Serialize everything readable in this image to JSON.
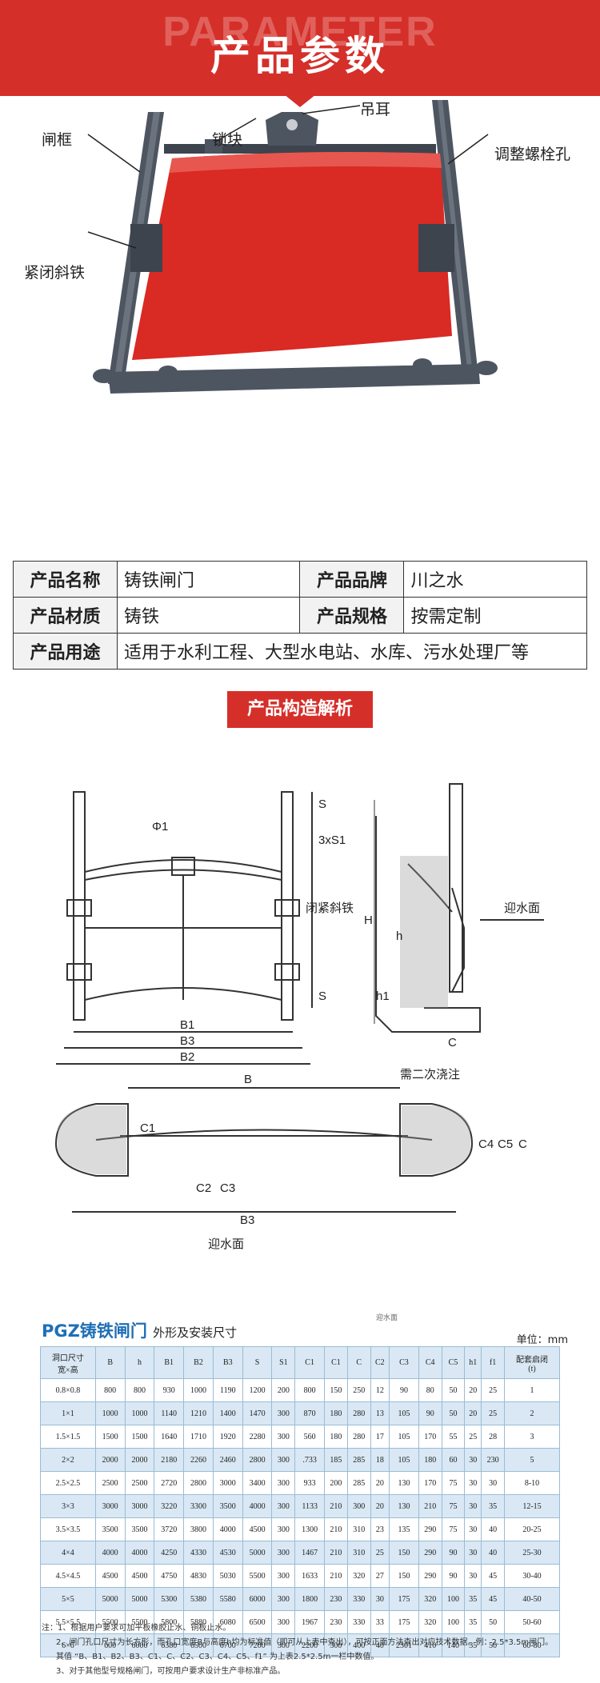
{
  "banner": {
    "ghost": "PARAMETER",
    "title": "产品参数"
  },
  "callouts": {
    "frame": "闸框",
    "lock": "锁块",
    "lug": "吊耳",
    "bolt": "调整螺栓孔",
    "wedge": "紧闭斜铁"
  },
  "params": {
    "name_k": "产品名称",
    "name_v": "铸铁闸门",
    "brand_k": "产品品牌",
    "brand_v": "川之水",
    "material_k": "产品材质",
    "material_v": "铸铁",
    "spec_k": "产品规格",
    "spec_v": "按需定制",
    "use_k": "产品用途",
    "use_v": "适用于水利工程、大型水电站、水库、污水处理厂等"
  },
  "section": {
    "label": "产品构造解析"
  },
  "drawing": {
    "phi1": "Φ1",
    "s": "S",
    "s1": "3xS1",
    "wedge": "闭紧斜铁",
    "h_big": "H",
    "h": "h",
    "water": "迎水面",
    "h1": "h1",
    "s2": "S",
    "b1": "B1",
    "bs": "B3",
    "b2": "B2",
    "c": "C",
    "b": "B",
    "pour": "需二次浇注",
    "c1": "C1",
    "c2": "C2",
    "c3": "C3",
    "c4": "C4",
    "c5": "C5",
    "c_plan": "C",
    "b3": "B3",
    "water2": "迎水面"
  },
  "spec": {
    "title": "PGZ铸铁闸门",
    "subtitle": "外形及安装尺寸",
    "tiny": "迎水面",
    "unit": "单位：mm",
    "headers": [
      "洞口尺寸\n宽×高",
      "B",
      "h",
      "B1",
      "B2",
      "B3",
      "S",
      "S1",
      "C1",
      "C1",
      "C",
      "C2",
      "C3",
      "C4",
      "C5",
      "h1",
      "f1",
      "配套启闭\n(t)"
    ],
    "rows": [
      [
        "0.8×0.8",
        "800",
        "800",
        "930",
        "1000",
        "1190",
        "1200",
        "200",
        "800",
        "150",
        "250",
        "12",
        "90",
        "80",
        "50",
        "20",
        "25",
        "1"
      ],
      [
        "1×1",
        "1000",
        "1000",
        "1140",
        "1210",
        "1400",
        "1470",
        "300",
        "870",
        "180",
        "280",
        "13",
        "105",
        "90",
        "50",
        "20",
        "25",
        "2"
      ],
      [
        "1.5×1.5",
        "1500",
        "1500",
        "1640",
        "1710",
        "1920",
        "2280",
        "300",
        "560",
        "180",
        "280",
        "17",
        "105",
        "170",
        "55",
        "25",
        "28",
        "3"
      ],
      [
        "2×2",
        "2000",
        "2000",
        "2180",
        "2260",
        "2460",
        "2800",
        "300",
        ".733",
        "185",
        "285",
        "18",
        "105",
        "180",
        "60",
        "30",
        "230",
        "5"
      ],
      [
        "2.5×2.5",
        "2500",
        "2500",
        "2720",
        "2800",
        "3000",
        "3400",
        "300",
        "933",
        "200",
        "285",
        "20",
        "130",
        "170",
        "75",
        "30",
        "30",
        "8-10"
      ],
      [
        "3×3",
        "3000",
        "3000",
        "3220",
        "3300",
        "3500",
        "4000",
        "300",
        "1133",
        "210",
        "300",
        "20",
        "130",
        "210",
        "75",
        "30",
        "35",
        "12-15"
      ],
      [
        "3.5×3.5",
        "3500",
        "3500",
        "3720",
        "3800",
        "4000",
        "4500",
        "300",
        "1300",
        "210",
        "310",
        "23",
        "135",
        "290",
        "75",
        "30",
        "40",
        "20-25"
      ],
      [
        "4×4",
        "4000",
        "4000",
        "4250",
        "4330",
        "4530",
        "5000",
        "300",
        "1467",
        "210",
        "310",
        "25",
        "150",
        "290",
        "90",
        "30",
        "40",
        "25-30"
      ],
      [
        "4.5×4.5",
        "4500",
        "4500",
        "4750",
        "4830",
        "5030",
        "5500",
        "300",
        "1633",
        "210",
        "320",
        "27",
        "150",
        "290",
        "90",
        "30",
        "45",
        "30-40"
      ],
      [
        "5×5",
        "5000",
        "5000",
        "5300",
        "5380",
        "5580",
        "6000",
        "300",
        "1800",
        "230",
        "330",
        "30",
        "175",
        "320",
        "100",
        "35",
        "45",
        "40-50"
      ],
      [
        "5.5×5.5",
        "5500",
        "5500",
        "5800",
        "5880",
        "6080",
        "6500",
        "300",
        "1967",
        "230",
        "330",
        "33",
        "175",
        "320",
        "100",
        "35",
        "50",
        "50-60"
      ],
      [
        "6×6",
        "600",
        "6000",
        "6380",
        "6500",
        "6700",
        "7200",
        "300",
        "2200",
        "300",
        "400",
        "40",
        "2301",
        "410",
        "140",
        "35",
        "50",
        "60-80"
      ]
    ],
    "notes": [
      "注：1、根据用户要求可加平板橡胶止水、铜板止水。",
      "2、闸门孔口尺寸为长方形，而孔口宽度B与高度h均为标准值（即可从上表中查出），可按正面方法查出对应技术数据。例：2.5*3.5m闸门。",
      "其值 “B、B1、B2、B3、C1、C、C2、C3、C4、C5、f1” 为上表2.5*2.5m一栏中数值。",
      "3、对于其他型号规格闸门，可按用户要求设计生产非标准产品。"
    ]
  }
}
